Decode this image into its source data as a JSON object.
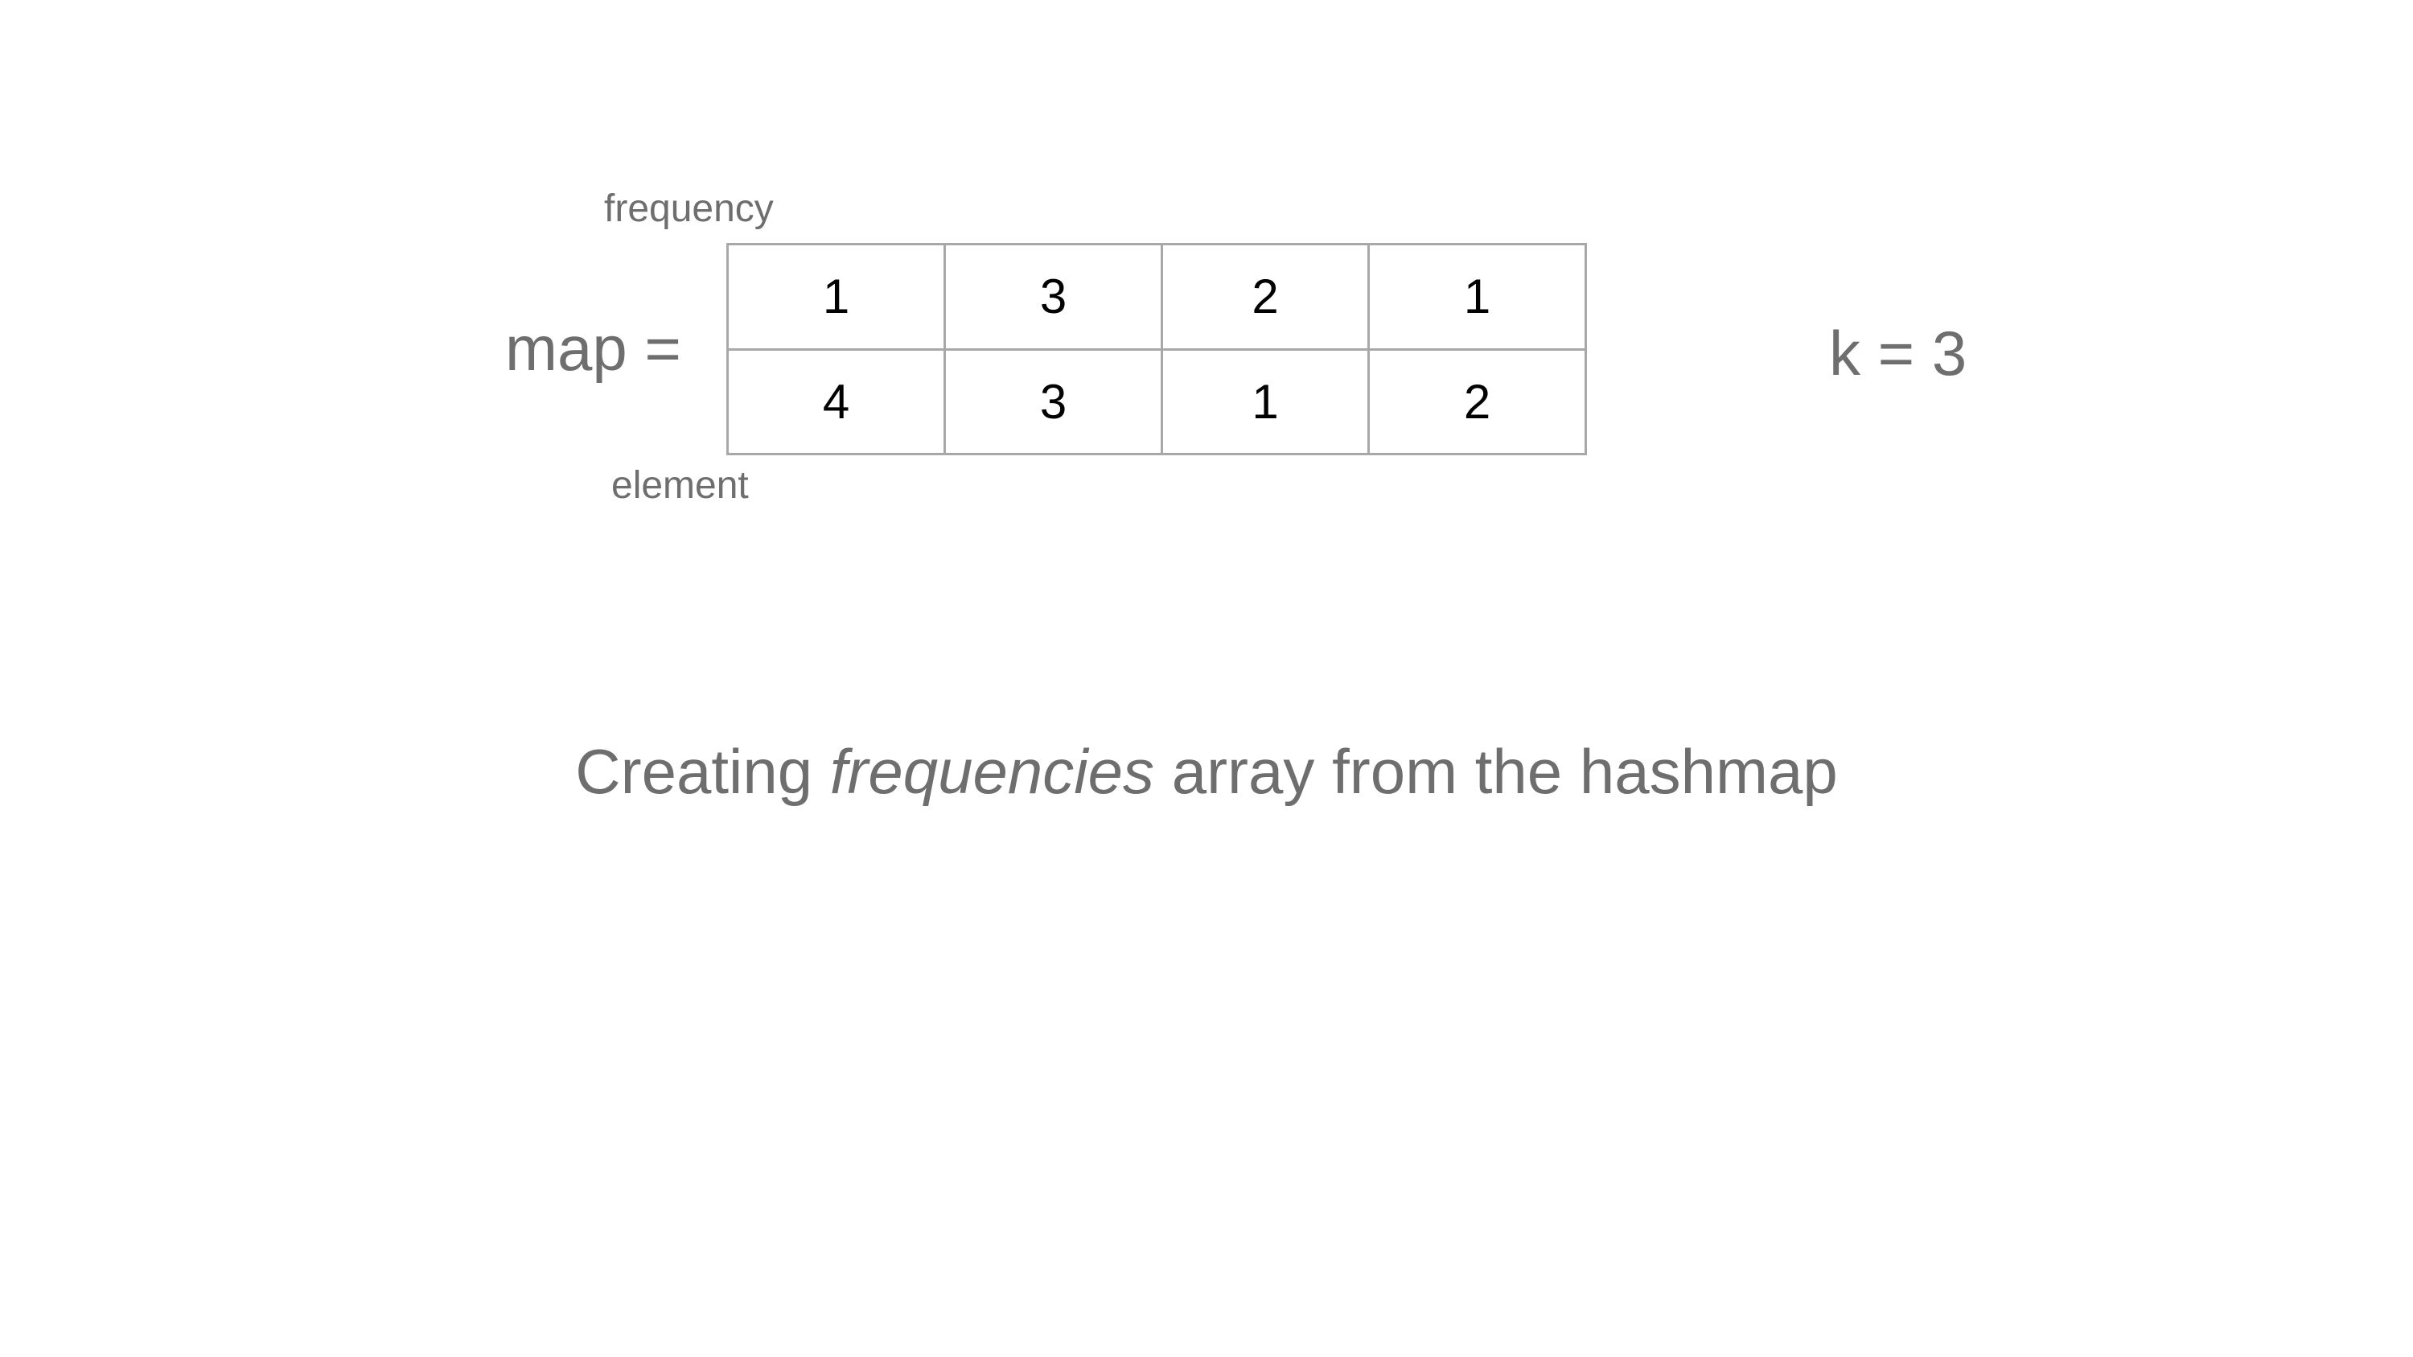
{
  "map": {
    "label": "map =",
    "row_labels": {
      "top": "frequency",
      "bottom": "element"
    },
    "frequency_row": [
      "1",
      "3",
      "2",
      "1"
    ],
    "element_row": [
      "4",
      "3",
      "1",
      "2"
    ]
  },
  "k_label": "k = 3",
  "caption": {
    "before": "Creating ",
    "emphasis": "frequencies",
    "after": " array from the hashmap"
  },
  "colors": {
    "text_gray": "#6e6e6e",
    "cell_text": "#000000",
    "cell_border": "#a8a8a8",
    "background": "#ffffff"
  }
}
